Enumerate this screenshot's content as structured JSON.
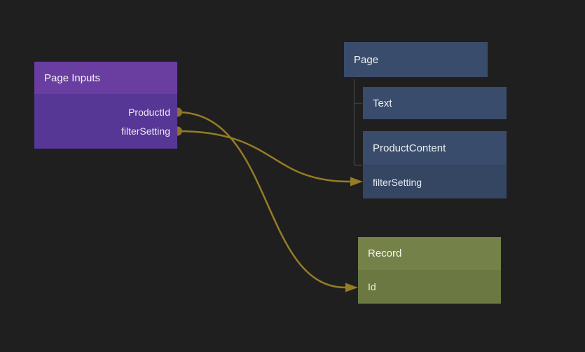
{
  "canvas": {
    "background_color": "#1f1f1f",
    "wire_color": "#957c26",
    "tree_line_color": "#3d3d3d"
  },
  "page_inputs_node": {
    "title": "Page Inputs",
    "header_color": "#6a3ea1",
    "body_color": "#573796",
    "outputs": [
      {
        "label": "ProductId"
      },
      {
        "label": "filterSetting"
      }
    ]
  },
  "page_tree": {
    "root_label": "Page",
    "node_color": "#3a4c6b",
    "children": [
      {
        "label": "Text"
      },
      {
        "label": "ProductContent",
        "fields": [
          {
            "label": "filterSetting"
          }
        ]
      }
    ]
  },
  "record_node": {
    "title": "Record",
    "header_color": "#748148",
    "body_color": "#6b7841",
    "fields": [
      {
        "label": "Id"
      }
    ]
  },
  "connections": [
    {
      "from": "Page Inputs.ProductId",
      "to": "Record.Id"
    },
    {
      "from": "Page Inputs.filterSetting",
      "to": "Page.ProductContent.filterSetting"
    }
  ]
}
